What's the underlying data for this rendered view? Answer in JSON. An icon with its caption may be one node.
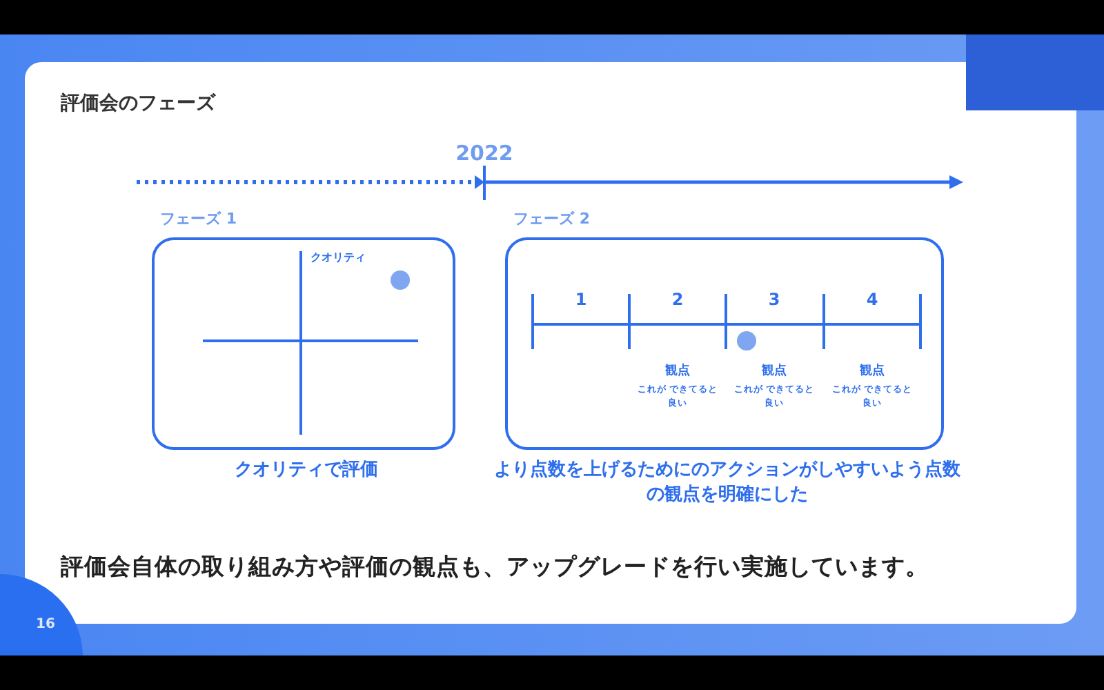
{
  "diagram": {
    "title": "評価会のフェーズ",
    "caption": "評価会自体の取り組み方や評価の観点も、アップグレードを行い実施しています。",
    "nodes": [
      {
        "text": [
          "フェーズ 1"
        ],
        "beside": [
          "クオリティで評価"
        ]
      },
      {
        "text": [
          "フェーズ 2"
        ],
        "beside": [
          "より点数を上げるためにのアクションがしやすいよう点数の観点を明確にした"
        ]
      }
    ],
    "edges": [],
    "labels": [
      "2022",
      "クオリティ",
      "1",
      "2",
      "3",
      "4",
      "観点",
      "これが できてると良い",
      "観点",
      "これが できてると良い",
      "観点",
      "これが できてると良い",
      "16"
    ]
  }
}
